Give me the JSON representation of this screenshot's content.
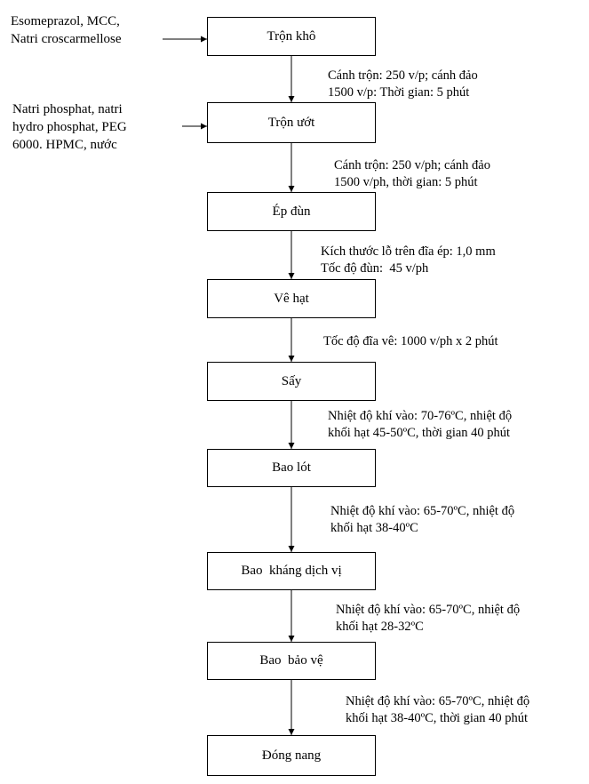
{
  "inputs": {
    "dry_mix": [
      "Esomeprazol, MCC,",
      "Natri croscarmellose"
    ],
    "wet_mix": [
      "Natri phosphat, natri",
      "hydro phosphat, PEG",
      "6000. HPMC, nước"
    ]
  },
  "steps": [
    {
      "id": "tron-kho",
      "label": "Trộn khô"
    },
    {
      "id": "tron-uot",
      "label": "Trộn ướt"
    },
    {
      "id": "ep-dun",
      "label": "Ép đùn"
    },
    {
      "id": "ve-hat",
      "label": "Vê hạt"
    },
    {
      "id": "say",
      "label": "Sấy"
    },
    {
      "id": "bao-lot",
      "label": "Bao lót"
    },
    {
      "id": "bao-khang-dich-vi",
      "label": "Bao  kháng dịch vị"
    },
    {
      "id": "bao-bao-ve",
      "label": "Bao  bảo vệ"
    },
    {
      "id": "dong-nang",
      "label": "Đóng nang"
    }
  ],
  "conditions": [
    [
      "Cánh trộn: 250 v/p; cánh đảo",
      "1500 v/p: Thời gian: 5 phút"
    ],
    [
      "Cánh trộn: 250 v/ph; cánh đảo",
      "1500 v/ph, thời gian: 5 phút"
    ],
    [
      "Kích thước lỗ trên đĩa ép: 1,0 mm",
      "Tốc độ đùn:  45 v/ph"
    ],
    [
      "Tốc độ đĩa vê: 1000 v/ph x 2 phút"
    ],
    [
      "Nhiệt độ khí vào: 70-76ºC, nhiệt độ",
      "khối hạt 45-50ºC, thời gian 40 phút"
    ],
    [
      "Nhiệt độ khí vào: 65-70ºC, nhiệt độ",
      "khối hạt 38-40ºC"
    ],
    [
      "Nhiệt độ khí vào: 65-70ºC, nhiệt độ",
      "khối hạt 28-32ºC"
    ],
    [
      "Nhiệt độ khí vào: 65-70ºC, nhiệt độ",
      "khối hạt 38-40ºC, thời gian 40 phút"
    ]
  ]
}
